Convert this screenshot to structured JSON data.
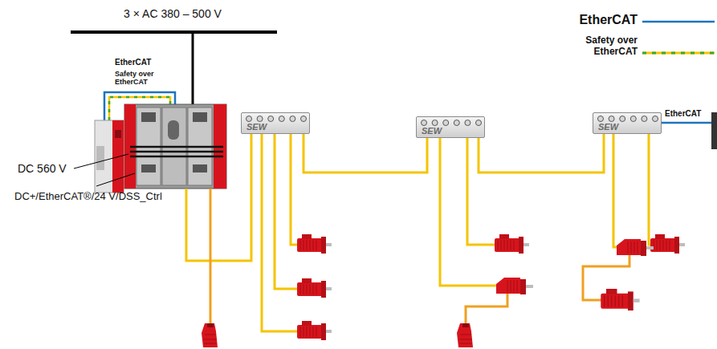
{
  "diagram": {
    "nodes": [
      {
        "text": [
          "SEW"
        ]
      },
      {
        "text": [
          "SEW"
        ]
      },
      {
        "text": [
          "SEW"
        ]
      }
    ],
    "edges": [
      {
        "from": 0,
        "to": 1,
        "arrow": "none"
      },
      {
        "from": 1,
        "to": 2,
        "arrow": "none"
      }
    ],
    "labels": [
      "3 × AC 380 – 500 V",
      "EtherCAT",
      "Safety over EtherCAT",
      "DC 560 V",
      "DC+/EtherCAT®/24 V/DSS_Ctrl",
      "EtherCAT"
    ],
    "legend": [
      {
        "text": "EtherCAT"
      },
      {
        "text": "Safety over EtherCAT"
      }
    ]
  }
}
